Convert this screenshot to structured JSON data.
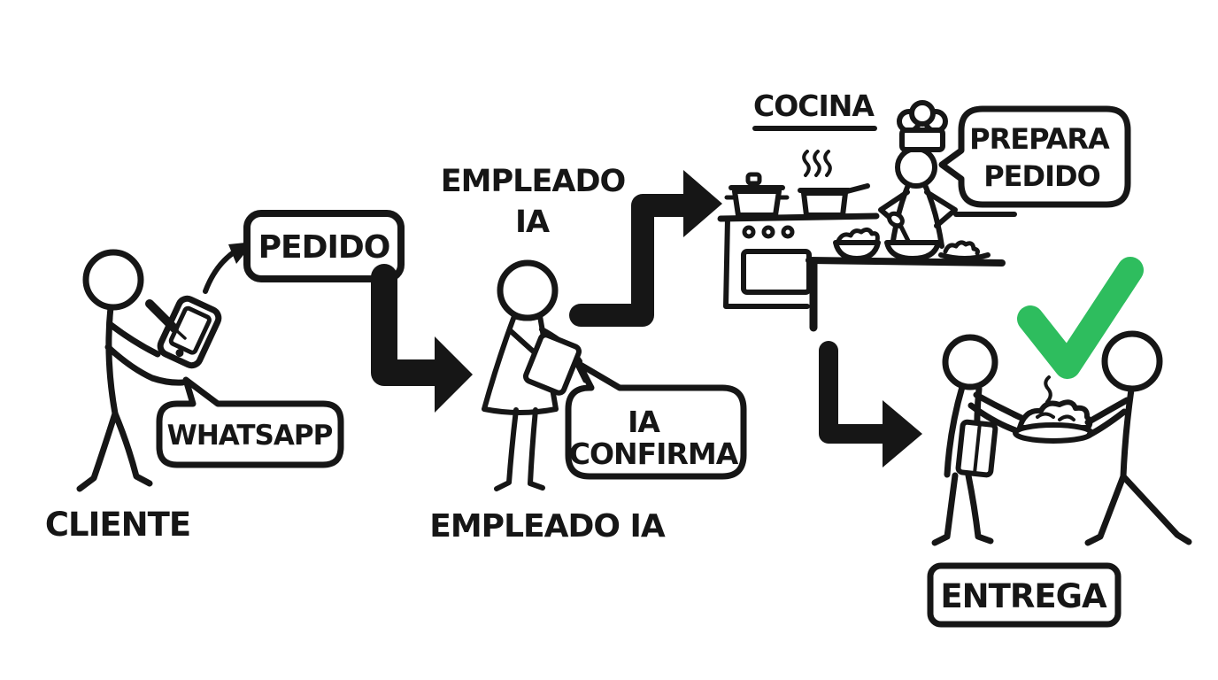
{
  "illustration": {
    "background": "#ffffff",
    "ink_color": "#161616",
    "check_color": "#2ebd5e"
  },
  "client": {
    "name_label": "CLIENTE",
    "order_label": "PEDIDO",
    "channel_label": "WHATSAPP"
  },
  "ai_employee": {
    "heading_line1": "EMPLEADO",
    "heading_line2": "IA",
    "speech_line1": "IA",
    "speech_line2": "CONFIRMA",
    "name_label": "EMPLEADO IA"
  },
  "kitchen": {
    "title": "COCINA",
    "speech_line1": "PREPARA",
    "speech_line2": "PEDIDO"
  },
  "delivery": {
    "label": "ENTREGA"
  }
}
